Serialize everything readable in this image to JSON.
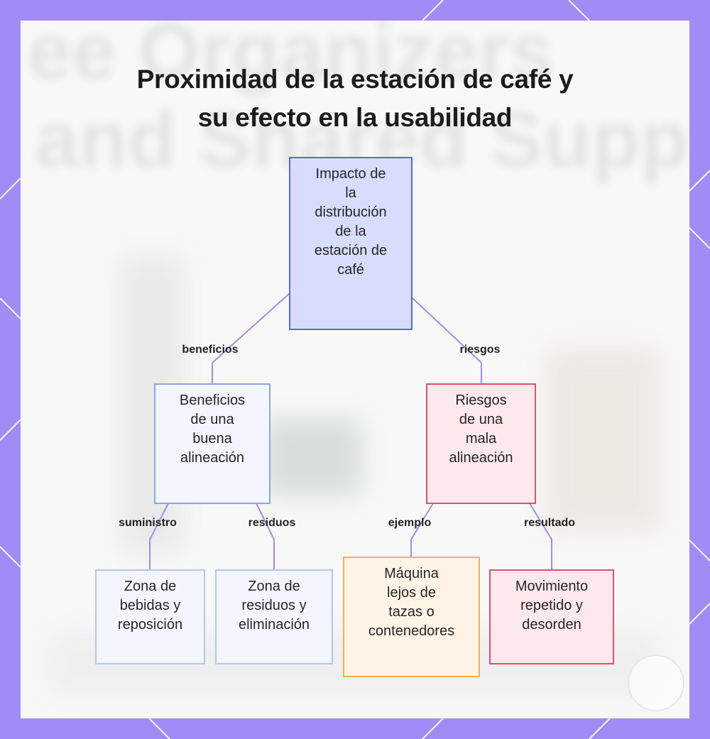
{
  "title": {
    "line1": "Proximidad de la estación de café y",
    "line2": "su efecto en la usabilidad"
  },
  "background_text": {
    "line1": "ee Organizers",
    "line2": "and Shared Supplies"
  },
  "colors": {
    "frame": "#a18bf5",
    "card": "#f8f8f8",
    "connector": "#a28ee0",
    "root_fill": "#d8dcfd",
    "root_border": "#5a6bc9",
    "blue_fill": "#f3f6fe",
    "blue_border": "#8ea2e6",
    "red_fill": "#fde8ec",
    "red_border": "#d9546b",
    "orange_fill": "#fff4e6",
    "orange_border": "#f3b24e"
  },
  "nodes": {
    "root": [
      "Impacto de",
      "la",
      "distribución",
      "de la",
      "estación de",
      "café"
    ],
    "benefits": [
      "Beneficios",
      "de una",
      "buena",
      "alineación"
    ],
    "risks": [
      "Riesgos",
      "de una",
      "mala",
      "alineación"
    ],
    "drinks": [
      "Zona de",
      "bebidas y",
      "reposición"
    ],
    "waste": [
      "Zona de",
      "residuos y",
      "eliminación"
    ],
    "machine": [
      "Máquina",
      "lejos de",
      "tazas o",
      "contenedores"
    ],
    "movement": [
      "Movimiento",
      "repetido y",
      "desorden"
    ]
  },
  "edges": {
    "beneficios": "beneficios",
    "riesgos": "riesgos",
    "suministro": "suministro",
    "residuos": "residuos",
    "ejemplo": "ejemplo",
    "resultado": "resultado"
  }
}
